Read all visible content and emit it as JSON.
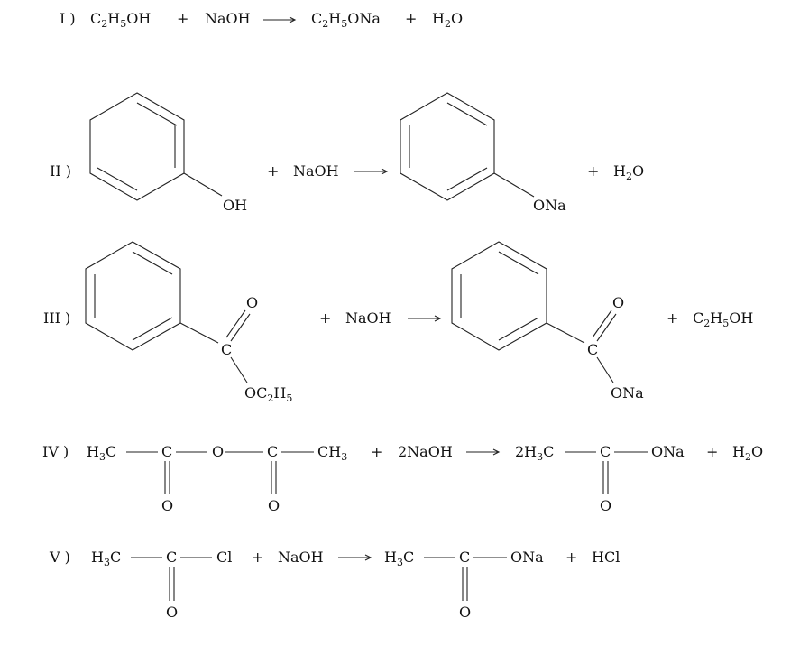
{
  "reactions": {
    "r1": {
      "label": "I )",
      "reactant1": [
        "C",
        "2",
        "H",
        "5",
        "OH"
      ],
      "plus1": "+",
      "reagent": "NaOH",
      "product1": [
        "C",
        "2",
        "H",
        "5",
        "ONa"
      ],
      "plus2": "+",
      "product2": [
        "H",
        "2",
        "O"
      ]
    },
    "r2": {
      "label": "II )",
      "sub1": "OH",
      "plus1": "+",
      "reagent": "NaOH",
      "sub2": "ONa",
      "plus2": "+",
      "product2": [
        "H",
        "2",
        "O"
      ]
    },
    "r3": {
      "label": "III )",
      "carbonyl_o1": "O",
      "carbon1": "C",
      "ester_group": [
        "OC",
        "2",
        "H",
        "5"
      ],
      "plus1": "+",
      "reagent": "NaOH",
      "carbonyl_o2": "O",
      "carbon2": "C",
      "salt_group": "ONa",
      "plus2": "+",
      "product2": [
        "C",
        "2",
        "H",
        "5",
        "OH"
      ]
    },
    "r4": {
      "label": "IV )",
      "methyl1": [
        "H",
        "3",
        "C"
      ],
      "carbon1": "C",
      "bridge_o": "O",
      "carbon2": "C",
      "methyl2": [
        "CH",
        "3"
      ],
      "o1": "O",
      "o2": "O",
      "plus1": "+",
      "reagent": "2NaOH",
      "product_methyl": [
        "2H",
        "3",
        "C"
      ],
      "product_carbon": "C",
      "product_ona": "ONa",
      "product_o": "O",
      "plus2": "+",
      "product2": [
        "H",
        "2",
        "O"
      ]
    },
    "r5": {
      "label": "V )",
      "methyl1": [
        "H",
        "3",
        "C"
      ],
      "carbon1": "C",
      "chloro": "Cl",
      "o1": "O",
      "plus1": "+",
      "reagent": "NaOH",
      "methyl2": [
        "H",
        "3",
        "C"
      ],
      "carbon2": "C",
      "product_ona": "ONa",
      "o2": "O",
      "plus2": "+",
      "product2": "HCl"
    }
  }
}
